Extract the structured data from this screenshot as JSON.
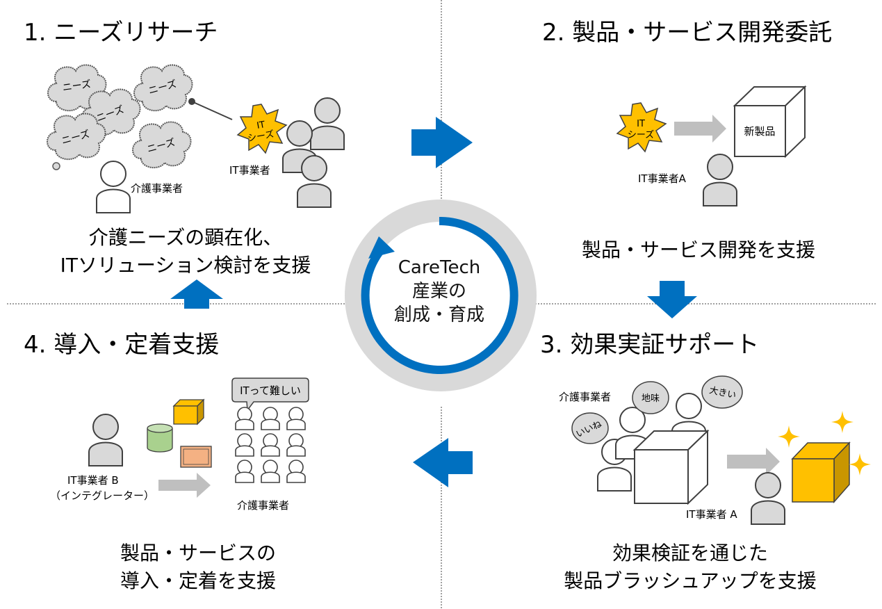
{
  "center": {
    "line1": "CareTech",
    "line2": "産業の",
    "line3": "創成・育成"
  },
  "q1": {
    "title": "1. ニーズリサーチ",
    "cloud_label": "ニーズ",
    "seeds_label": [
      "IT",
      "シーズ"
    ],
    "it_vendor_label": "IT事業者",
    "care_label": "介護事業者",
    "caption": [
      "介護ニーズの顕在化、",
      "ITソリューション検討を支援"
    ]
  },
  "q2": {
    "title": "2. 製品・サービス開発委託",
    "seeds_label": [
      "IT",
      "シーズ"
    ],
    "product_label": "新製品",
    "vendor_label": "IT事業者A",
    "caption": [
      "製品・サービス開発を支援"
    ]
  },
  "q3": {
    "title": "3. 効果実証サポート",
    "care_label": "介護事業者",
    "bubbles": [
      "いいね",
      "地味",
      "大きい"
    ],
    "vendor_label": "IT事業者 A",
    "caption": [
      "効果検証を通じた",
      "製品ブラッシュアップを支援"
    ]
  },
  "q4": {
    "title": "4. 導入・定着支援",
    "speech": "ITって難しい",
    "vendor_label": [
      "IT事業者 B",
      "（インテグレーター）"
    ],
    "care_label": "介護事業者",
    "caption": [
      "製品・サービスの",
      "導入・定着を支援"
    ]
  },
  "colors": {
    "arrow_blue": "#0070c0",
    "ring_gray": "#d9d9d9",
    "person_gray": "#d9d9d9",
    "star_gold": "#ffc000",
    "green": "#a9d18e",
    "salmon": "#f4b183"
  }
}
